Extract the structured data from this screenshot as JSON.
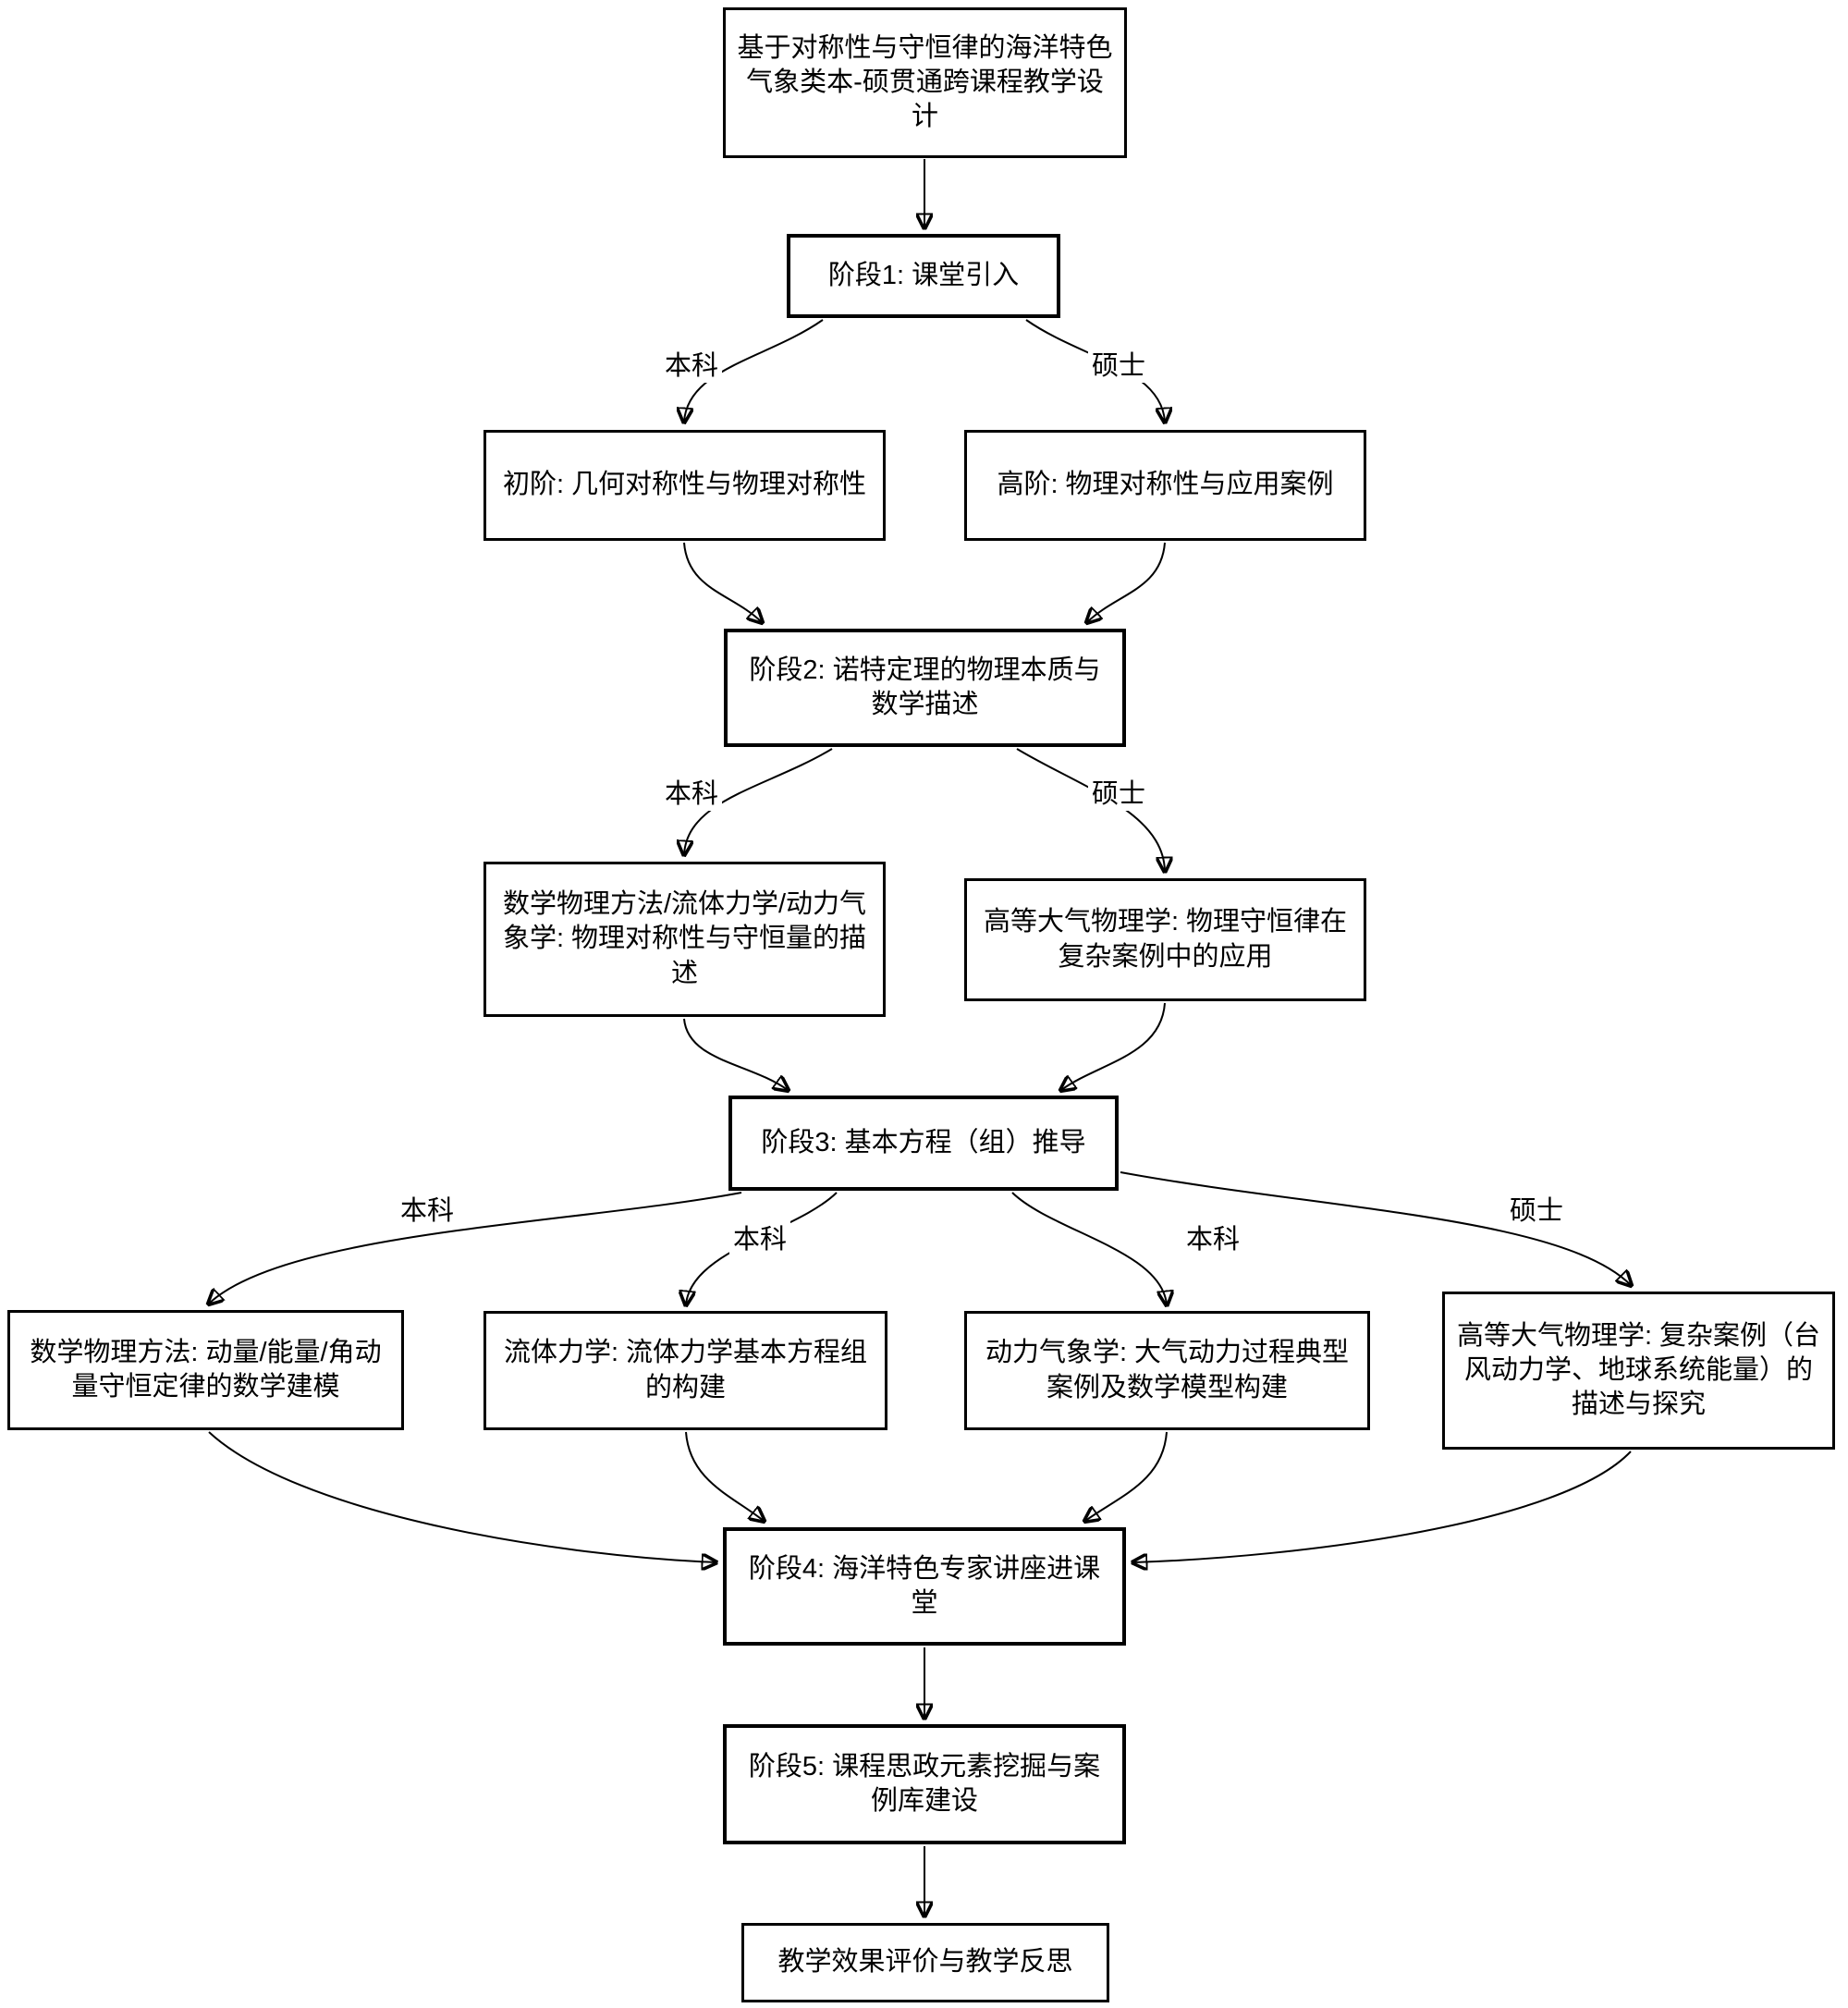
{
  "diagram": {
    "type": "flowchart",
    "colors": {
      "stroke": "#000000",
      "background": "#ffffff",
      "box_fill": "#ffffff",
      "text": "#000000"
    },
    "nodes": {
      "title": "基于对称性与守恒律的海洋特色气象类本-硕贯通跨课程教学设计",
      "stage1": "阶段1: 课堂引入",
      "stage1_undergrad": "初阶: 几何对称性与物理对称性",
      "stage1_master": "高阶: 物理对称性与应用案例",
      "stage2": "阶段2: 诺特定理的物理本质与数学描述",
      "stage2_undergrad": "数学物理方法/流体力学/动力气象学: 物理对称性与守恒量的描述",
      "stage2_master": "高等大气物理学: 物理守恒律在复杂案例中的应用",
      "stage3": "阶段3: 基本方程（组）推导",
      "stage3_course1": "数学物理方法: 动量/能量/角动量守恒定律的数学建模",
      "stage3_course2": "流体力学: 流体力学基本方程组的构建",
      "stage3_course3": "动力气象学: 大气动力过程典型案例及数学模型构建",
      "stage3_course4": "高等大气物理学: 复杂案例（台风动力学、地球系统能量）的描述与探究",
      "stage4": "阶段4: 海洋特色专家讲座进课堂",
      "stage5": "阶段5: 课程思政元素挖掘与案例库建设",
      "final": "教学效果评价与教学反思"
    },
    "edge_labels": {
      "s1_left": "本科",
      "s1_right": "硕士",
      "s2_left": "本科",
      "s2_right": "硕士",
      "s3_e1": "本科",
      "s3_e2": "本科",
      "s3_e3": "本科",
      "s3_e4": "硕士"
    }
  }
}
